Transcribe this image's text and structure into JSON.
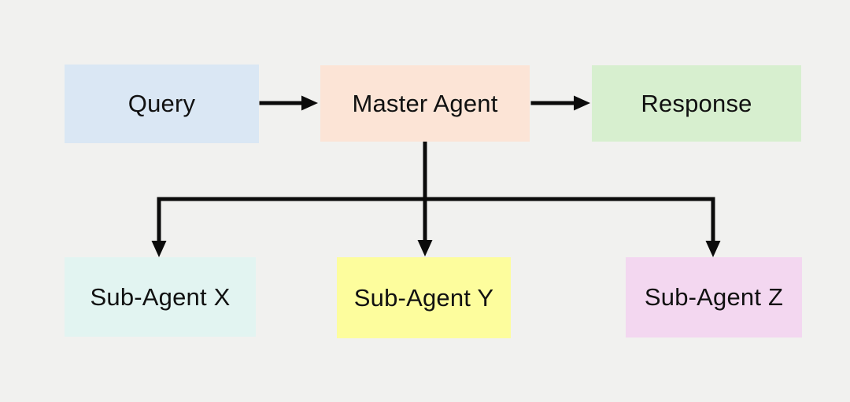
{
  "diagram": {
    "colors": {
      "background": "#f1f1ef",
      "arrow": "#0b0b0b",
      "text": "#111111"
    },
    "nodes": [
      {
        "id": "query",
        "label": "Query",
        "fill": "#dae7f4"
      },
      {
        "id": "master-agent",
        "label": "Master Agent",
        "fill": "#fce4d6"
      },
      {
        "id": "response",
        "label": "Response",
        "fill": "#d7efcf"
      },
      {
        "id": "sub-agent-x",
        "label": "Sub-Agent X",
        "fill": "#e2f4f1"
      },
      {
        "id": "sub-agent-y",
        "label": "Sub-Agent Y",
        "fill": "#fdfd9d"
      },
      {
        "id": "sub-agent-z",
        "label": "Sub-Agent Z",
        "fill": "#f3d7f0"
      }
    ],
    "edges": [
      {
        "from": "query",
        "to": "master-agent"
      },
      {
        "from": "master-agent",
        "to": "response"
      },
      {
        "from": "master-agent",
        "to": "sub-agent-x"
      },
      {
        "from": "master-agent",
        "to": "sub-agent-y"
      },
      {
        "from": "master-agent",
        "to": "sub-agent-z"
      }
    ]
  }
}
